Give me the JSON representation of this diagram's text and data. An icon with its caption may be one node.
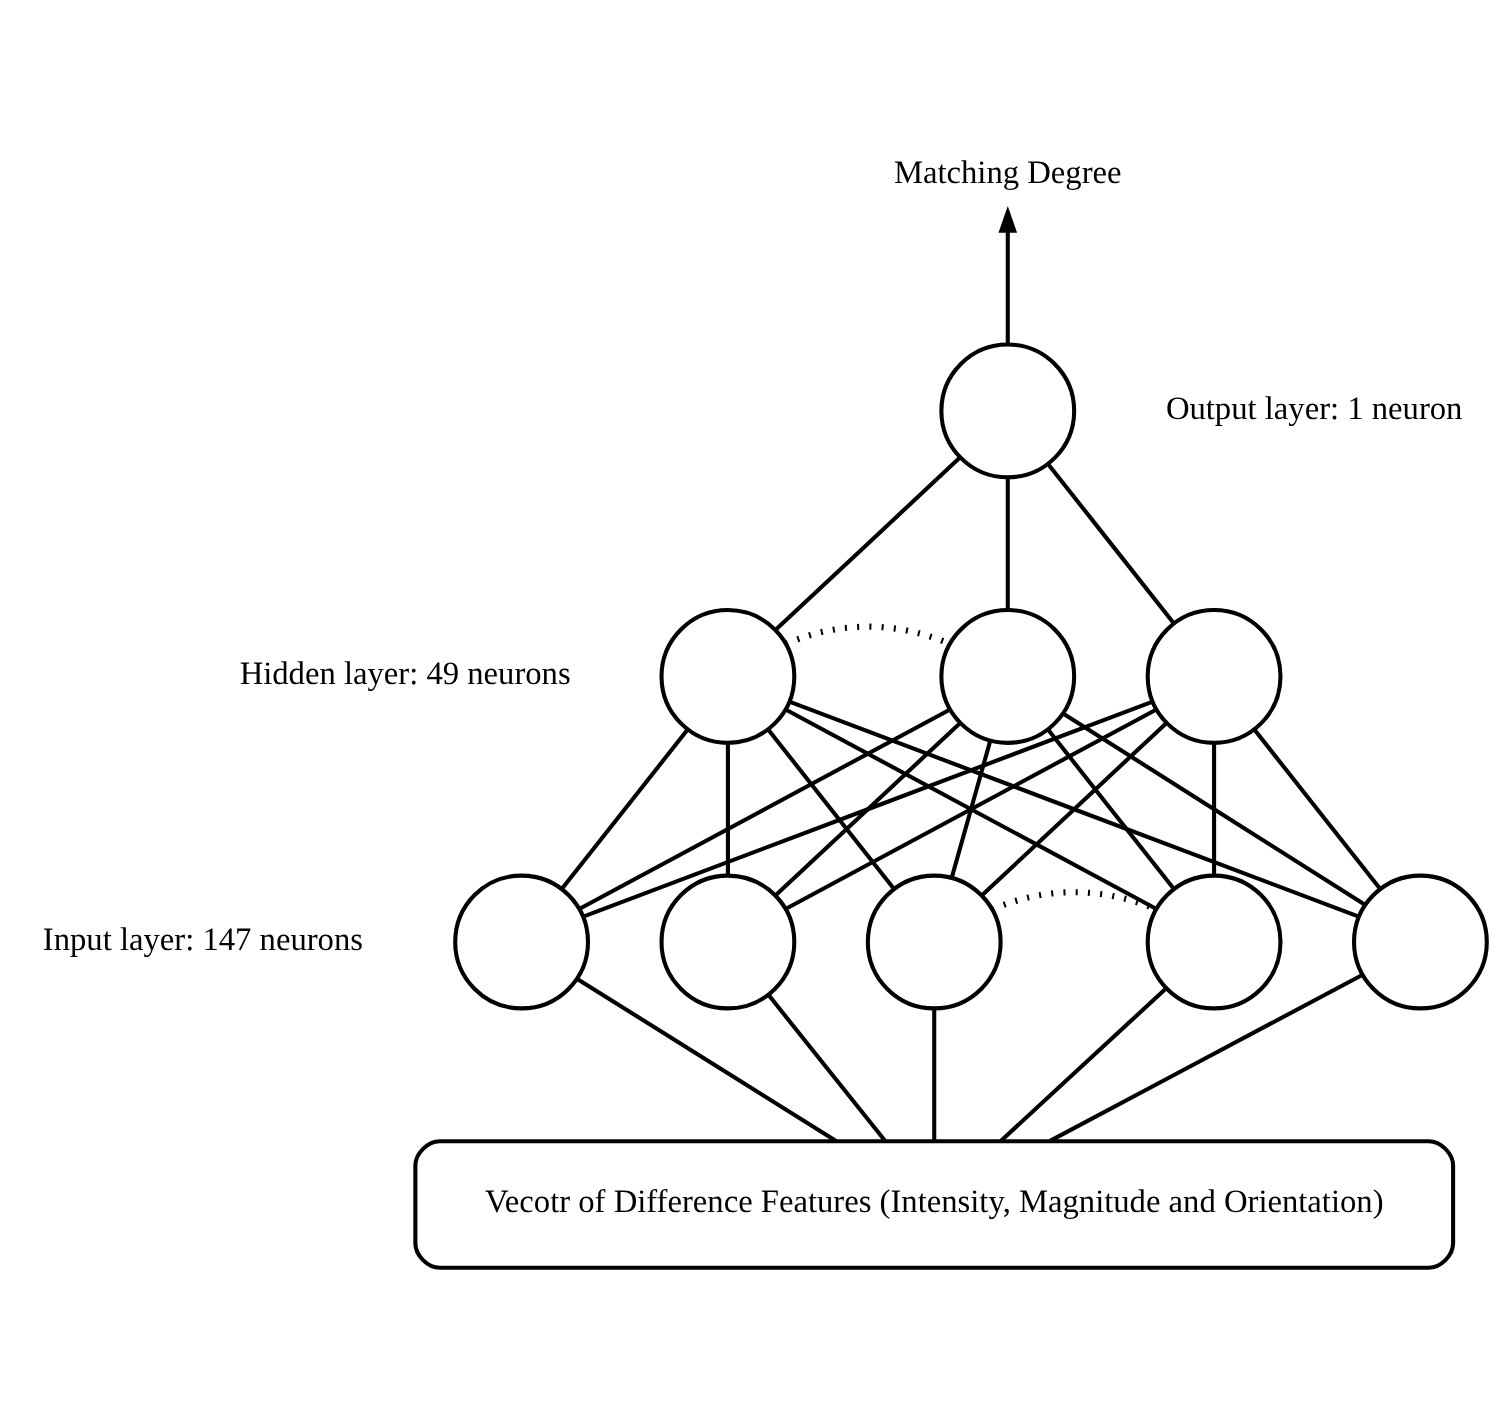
{
  "diagram": {
    "nodes": [
      {
        "text": [
          "Matching Degree"
        ]
      },
      {
        "text": [],
        "shape": "circle",
        "beside": [
          "Output layer: 1 neuron"
        ]
      },
      {
        "text": [],
        "shape": "circle",
        "beside": [
          "Hidden layer: 49 neurons"
        ]
      },
      {
        "text": [],
        "shape": "circle"
      },
      {
        "text": [],
        "shape": "circle"
      },
      {
        "text": [],
        "shape": "circle",
        "beside": [
          "Input layer: 147 neurons"
        ]
      },
      {
        "text": [],
        "shape": "circle"
      },
      {
        "text": [],
        "shape": "circle"
      },
      {
        "text": [],
        "shape": "circle"
      },
      {
        "text": [],
        "shape": "circle"
      },
      {
        "text": [
          "Vecotr of Difference Features (Intensity, Magnitude and Orientation)"
        ]
      }
    ],
    "edges": [
      {
        "from": 1,
        "to": 0,
        "arrow": "to"
      },
      {
        "from": 1,
        "to": 2,
        "arrow": "none"
      },
      {
        "from": 1,
        "to": 3,
        "arrow": "none"
      },
      {
        "from": 1,
        "to": 4,
        "arrow": "none"
      },
      {
        "from": 2,
        "to": 3,
        "arrow": "none",
        "style": "dashed"
      },
      {
        "from": 2,
        "to": 5,
        "arrow": "none"
      },
      {
        "from": 2,
        "to": 6,
        "arrow": "none"
      },
      {
        "from": 2,
        "to": 7,
        "arrow": "none"
      },
      {
        "from": 2,
        "to": 8,
        "arrow": "none"
      },
      {
        "from": 2,
        "to": 9,
        "arrow": "none"
      },
      {
        "from": 3,
        "to": 5,
        "arrow": "none"
      },
      {
        "from": 3,
        "to": 6,
        "arrow": "none"
      },
      {
        "from": 3,
        "to": 7,
        "arrow": "none"
      },
      {
        "from": 3,
        "to": 8,
        "arrow": "none"
      },
      {
        "from": 3,
        "to": 9,
        "arrow": "none"
      },
      {
        "from": 4,
        "to": 5,
        "arrow": "none"
      },
      {
        "from": 4,
        "to": 6,
        "arrow": "none"
      },
      {
        "from": 4,
        "to": 7,
        "arrow": "none"
      },
      {
        "from": 4,
        "to": 8,
        "arrow": "none"
      },
      {
        "from": 4,
        "to": 9,
        "arrow": "none"
      },
      {
        "from": 7,
        "to": 8,
        "arrow": "none",
        "style": "dashed"
      },
      {
        "from": 5,
        "to": 10,
        "arrow": "none"
      },
      {
        "from": 6,
        "to": 10,
        "arrow": "none"
      },
      {
        "from": 7,
        "to": 10,
        "arrow": "none"
      },
      {
        "from": 8,
        "to": 10,
        "arrow": "none"
      },
      {
        "from": 9,
        "to": 10,
        "arrow": "none"
      }
    ]
  }
}
